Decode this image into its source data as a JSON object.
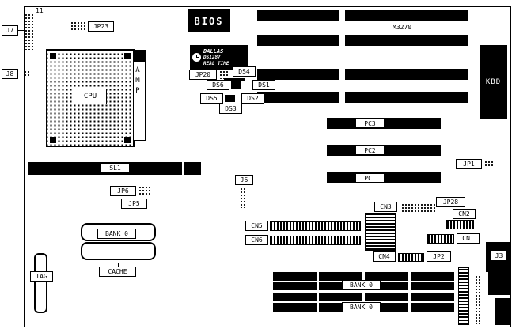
{
  "board": {
    "texts": {
      "pin1": "11",
      "m3270": "M3270"
    },
    "chips": {
      "bios": "BIOS",
      "kbd": "KBD",
      "cpu": "CPU",
      "amp": "AMP",
      "rtc_brand": "DALLAS",
      "rtc_part": "DS1287",
      "rtc_type": "REAL TIME"
    },
    "labels": {
      "j7": "J7",
      "j8": "J8",
      "j3": "J3",
      "j6": "J6",
      "jp1": "JP1",
      "jp2": "JP2",
      "jp5": "JP5",
      "jp6": "JP6",
      "jp20": "JP20",
      "jp23": "JP23",
      "jp28": "JP28",
      "ds1": "DS1",
      "ds2": "DS2",
      "ds3": "DS3",
      "ds4": "DS4",
      "ds5": "DS5",
      "ds6": "DS6",
      "pc1": "PC1",
      "pc2": "PC2",
      "pc3": "PC3",
      "sl1": "SL1",
      "cn1": "CN1",
      "cn2": "CN2",
      "cn3": "CN3",
      "cn4": "CN4",
      "cn5": "CN5",
      "cn6": "CN6",
      "tag": "TAG",
      "cache": "CACHE",
      "cache_bank": "BANK 0",
      "simm_bank_1": "BANK 0",
      "simm_bank_2": "BANK 0"
    },
    "colors": {
      "ink": "#000000",
      "paper": "#ffffff"
    }
  }
}
